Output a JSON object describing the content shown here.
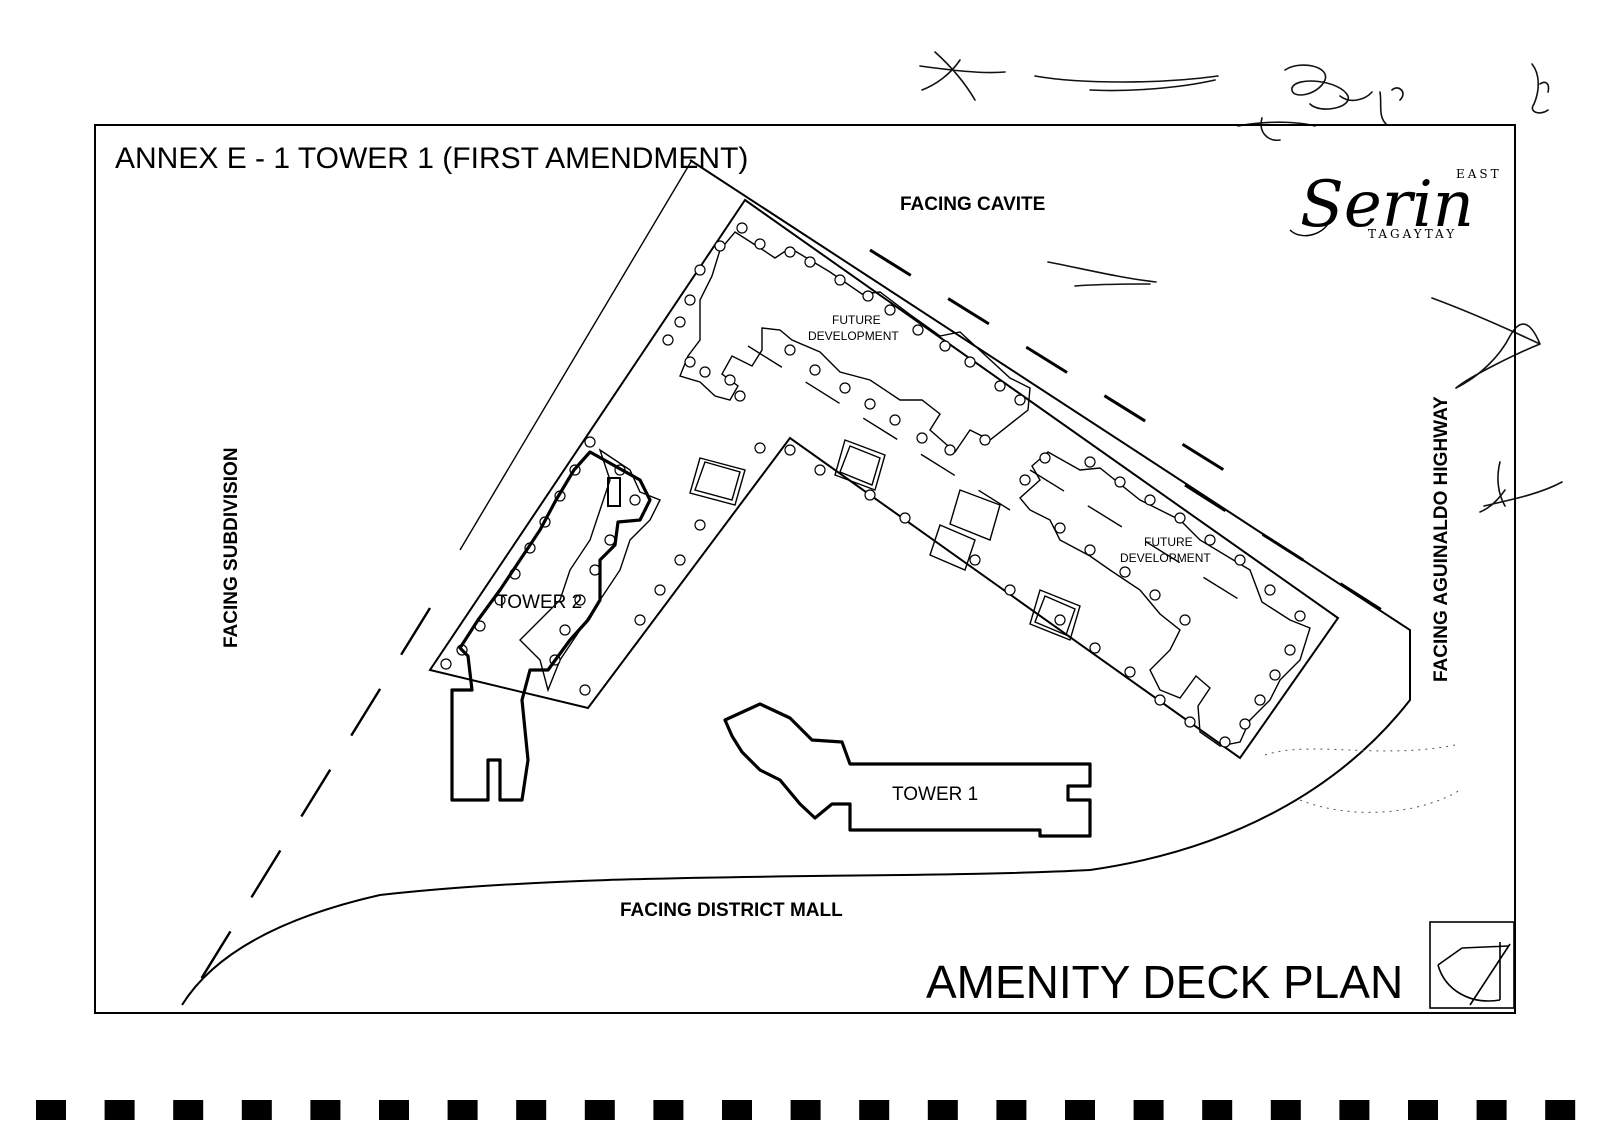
{
  "document": {
    "annex_title": "ANNEX E - 1 TOWER 1 (FIRST AMENDMENT)",
    "plan_title": "AMENITY DECK PLAN"
  },
  "logo": {
    "small_top": "EAST",
    "script": "Serin",
    "subtitle": "TAGAYTAY"
  },
  "site_labels": {
    "facing_cavite": "FACING CAVITE",
    "facing_subdivision": "FACING SUBDIVISION",
    "facing_highway": "FACING AGUINALDO HIGHWAY",
    "facing_mall": "FACING DISTRICT MALL"
  },
  "buildings": {
    "tower1": "TOWER 1",
    "tower2": "TOWER 2",
    "future_line1": "FUTURE",
    "future_line2": "DEVELOPMENT"
  },
  "page_footer": {
    "strip_blocks": 23
  }
}
